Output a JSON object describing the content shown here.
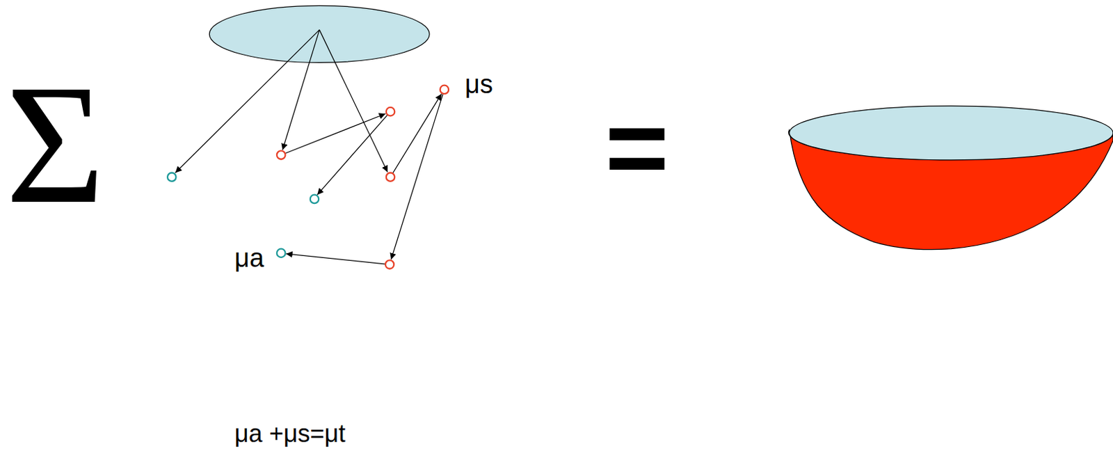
{
  "diagram": {
    "labels": [
      "Σ",
      "μs",
      "μa",
      "=",
      "μa +μs=μt"
    ]
  }
}
